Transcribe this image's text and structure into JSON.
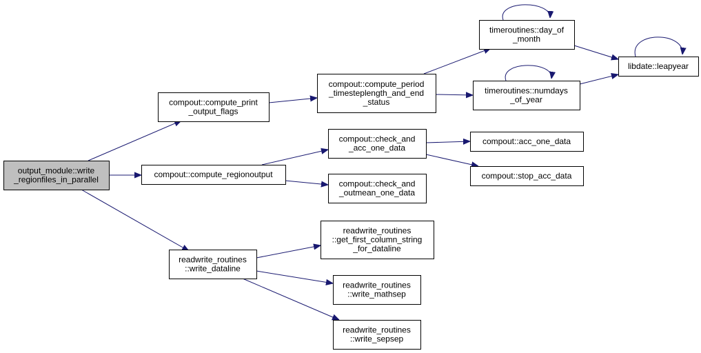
{
  "graph": {
    "nodes": [
      {
        "id": "write_regionfiles",
        "lines": [
          "output_module::write",
          "_regionfiles_in_parallel"
        ],
        "root": true
      },
      {
        "id": "compute_print_output_flags",
        "lines": [
          "compout::compute_print",
          "_output_flags"
        ]
      },
      {
        "id": "compute_regionoutput",
        "lines": [
          "compout::compute_regionoutput"
        ]
      },
      {
        "id": "write_dataline",
        "lines": [
          "readwrite_routines",
          "::write_dataline"
        ]
      },
      {
        "id": "compute_period",
        "lines": [
          "compout::compute_period",
          "_timesteplength_and_end",
          "_status"
        ]
      },
      {
        "id": "check_and_acc",
        "lines": [
          "compout::check_and",
          "_acc_one_data"
        ]
      },
      {
        "id": "check_and_outmean",
        "lines": [
          "compout::check_and",
          "_outmean_one_data"
        ]
      },
      {
        "id": "get_first_column",
        "lines": [
          "readwrite_routines",
          "::get_first_column_string",
          "_for_dataline"
        ]
      },
      {
        "id": "write_mathsep",
        "lines": [
          "readwrite_routines",
          "::write_mathsep"
        ]
      },
      {
        "id": "write_sepsep",
        "lines": [
          "readwrite_routines",
          "::write_sepsep"
        ]
      },
      {
        "id": "day_of_month",
        "lines": [
          "timeroutines::day_of",
          "_month"
        ]
      },
      {
        "id": "numdays_of_year",
        "lines": [
          "timeroutines::numdays",
          "_of_year"
        ]
      },
      {
        "id": "acc_one_data",
        "lines": [
          "compout::acc_one_data"
        ]
      },
      {
        "id": "stop_acc_data",
        "lines": [
          "compout::stop_acc_data"
        ]
      },
      {
        "id": "leapyear",
        "lines": [
          "libdate::leapyear"
        ]
      }
    ],
    "edges": [
      {
        "from": "write_regionfiles",
        "to": "compute_print_output_flags"
      },
      {
        "from": "write_regionfiles",
        "to": "compute_regionoutput"
      },
      {
        "from": "write_regionfiles",
        "to": "write_dataline"
      },
      {
        "from": "compute_print_output_flags",
        "to": "compute_period"
      },
      {
        "from": "compute_period",
        "to": "day_of_month"
      },
      {
        "from": "compute_period",
        "to": "numdays_of_year"
      },
      {
        "from": "day_of_month",
        "to": "day_of_month"
      },
      {
        "from": "day_of_month",
        "to": "leapyear"
      },
      {
        "from": "numdays_of_year",
        "to": "numdays_of_year"
      },
      {
        "from": "numdays_of_year",
        "to": "leapyear"
      },
      {
        "from": "leapyear",
        "to": "leapyear"
      },
      {
        "from": "compute_regionoutput",
        "to": "check_and_acc"
      },
      {
        "from": "compute_regionoutput",
        "to": "check_and_outmean"
      },
      {
        "from": "check_and_acc",
        "to": "acc_one_data"
      },
      {
        "from": "check_and_acc",
        "to": "stop_acc_data"
      },
      {
        "from": "write_dataline",
        "to": "get_first_column"
      },
      {
        "from": "write_dataline",
        "to": "write_mathsep"
      },
      {
        "from": "write_dataline",
        "to": "write_sepsep"
      }
    ],
    "colors": {
      "edge": "#191970",
      "root_fill": "#bfbfbf",
      "node_fill": "#ffffff",
      "node_border": "#000000"
    }
  }
}
